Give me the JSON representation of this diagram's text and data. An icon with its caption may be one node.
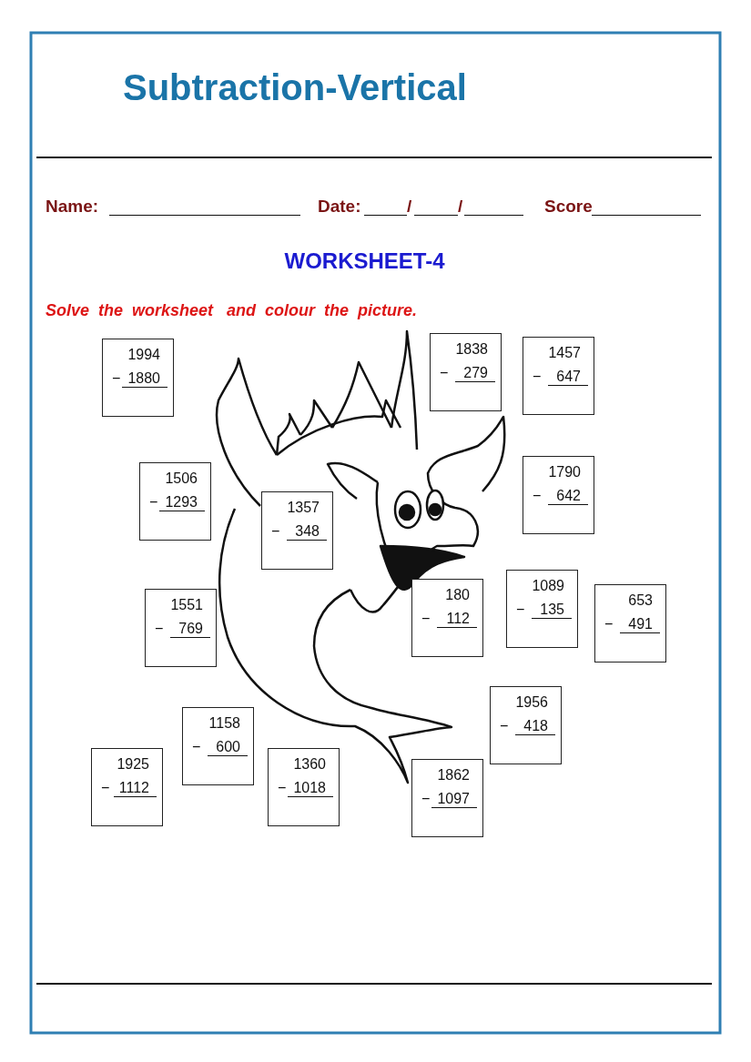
{
  "diagram": {
    "title": "Subtraction-Vertical",
    "nodes": [
      {
        "text": [
          "1994",
          "−",
          "1880"
        ]
      },
      {
        "text": [
          "1838",
          "−",
          "279"
        ]
      },
      {
        "text": [
          "1457",
          "−",
          "647"
        ]
      },
      {
        "text": [
          "1506",
          "−",
          "1293"
        ]
      },
      {
        "text": [
          "1357",
          "−",
          "348"
        ]
      },
      {
        "text": [
          "1790",
          "−",
          "642"
        ]
      },
      {
        "text": [
          "1551",
          "−",
          "769"
        ]
      },
      {
        "text": [
          "180",
          "−",
          "112"
        ]
      },
      {
        "text": [
          "1089",
          "−",
          "135"
        ]
      },
      {
        "text": [
          "653",
          "−",
          "491"
        ]
      },
      {
        "text": [
          "1956",
          "−",
          "418"
        ]
      },
      {
        "text": [
          "1158",
          "−",
          "600"
        ]
      },
      {
        "text": [
          "1925",
          "−",
          "1112"
        ]
      },
      {
        "text": [
          "1360",
          "−",
          "1018"
        ]
      },
      {
        "text": [
          "1862",
          "−",
          "1097"
        ]
      }
    ],
    "edges": [],
    "labels": [
      "Name:",
      "Date:",
      "/",
      "/",
      "Score",
      "WORKSHEET-4",
      "Solve  the  worksheet   and  colour  the  picture."
    ]
  }
}
